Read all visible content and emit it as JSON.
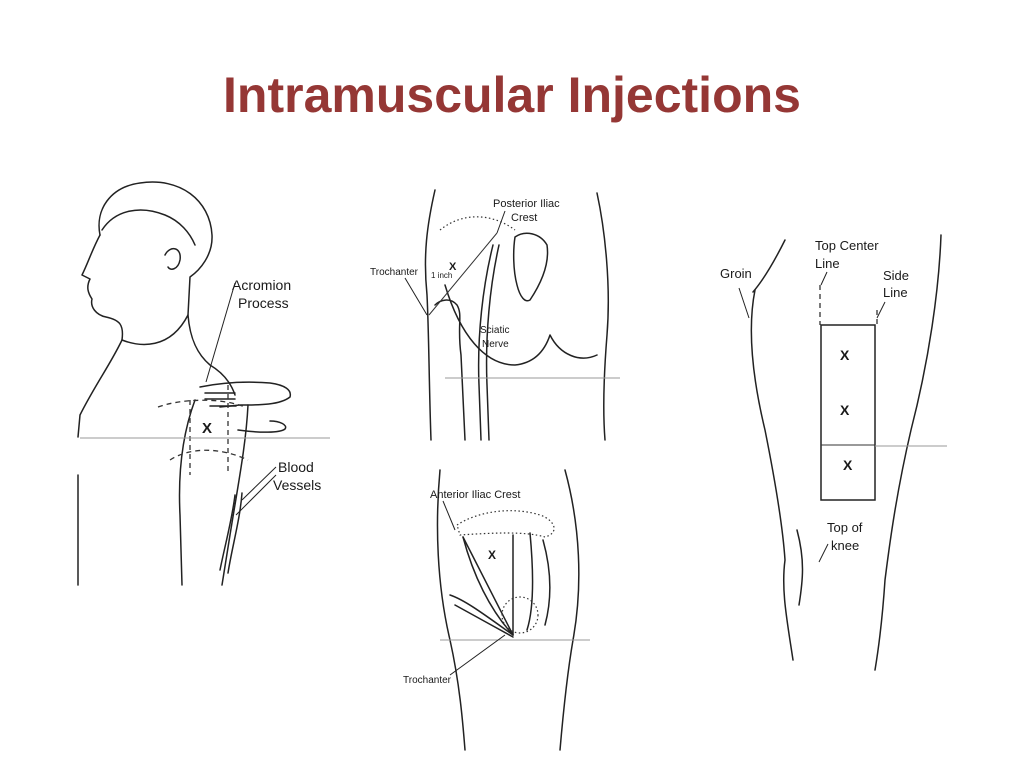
{
  "slide": {
    "title": "Intramuscular Injections",
    "title_color": "#953735"
  },
  "deltoid": {
    "label_acromion_1": "Acromion",
    "label_acromion_2": "Process",
    "label_blood_1": "Blood",
    "label_blood_2": "Vessels",
    "site_mark": "X"
  },
  "dorsogluteal": {
    "label_iliac_1": "Posterior Iliac",
    "label_iliac_2": "Crest",
    "label_trochanter": "Trochanter",
    "label_inch": "1 inch",
    "label_sciatic_1": "Sciatic",
    "label_sciatic_2": "Nerve",
    "site_mark": "X"
  },
  "ventrogluteal": {
    "label_anterior": "Anterior Iliac Crest",
    "label_trochanter": "Trochanter",
    "site_mark": "X"
  },
  "vastus": {
    "label_groin": "Groin",
    "label_top_center_1": "Top Center",
    "label_top_center_2": "Line",
    "label_side_1": "Side",
    "label_side_2": "Line",
    "label_knee_1": "Top of",
    "label_knee_2": "knee",
    "marks": [
      "X",
      "X",
      "X"
    ]
  }
}
